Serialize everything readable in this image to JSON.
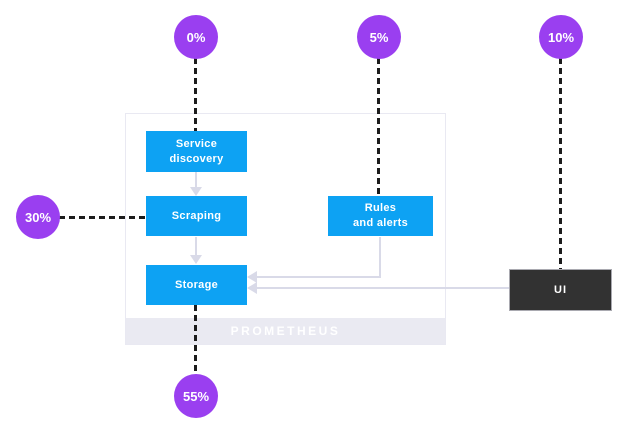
{
  "diagram": {
    "group_label": "PROMETHEUS",
    "nodes": {
      "service_discovery": {
        "line1": "Service",
        "line2": "discovery"
      },
      "scraping": {
        "line1": "Scraping",
        "line2": ""
      },
      "storage": {
        "line1": "Storage",
        "line2": ""
      },
      "rules": {
        "line1": "Rules",
        "line2": "and alerts"
      },
      "ui": {
        "line1": "UI",
        "line2": ""
      }
    },
    "badges": {
      "b0": {
        "label": "0%",
        "attached_to": "service_discovery"
      },
      "b5": {
        "label": "5%",
        "attached_to": "rules"
      },
      "b10": {
        "label": "10%",
        "attached_to": "ui"
      },
      "b30": {
        "label": "30%",
        "attached_to": "scraping"
      },
      "b55": {
        "label": "55%",
        "attached_to": "storage"
      }
    },
    "colors": {
      "node_blue": "#0da2f3",
      "badge_purple": "#9a3ff0",
      "ui_box_dark": "#323232",
      "connector_light": "#d9dae8",
      "dashed_line": "#1c1c1c",
      "group_border": "#e9e9f2",
      "group_footer_bg": "#eaeaf2",
      "text_white": "#ffffff"
    }
  }
}
